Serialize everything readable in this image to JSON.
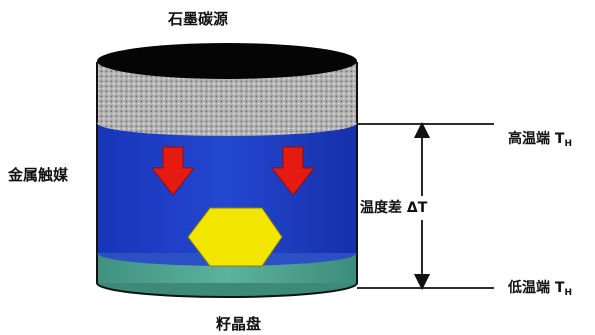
{
  "labels": {
    "carbon_source": "石墨碳源",
    "metal_catalyst": "金属触媒",
    "seed_plate": "籽晶盘",
    "temperature_difference": "温度差",
    "temperature_difference_symbol": "ΔT",
    "high_temp_end": "高温端",
    "high_temp_symbol": "T",
    "high_temp_subscript": "H",
    "low_temp_end": "低温端",
    "low_temp_symbol": "T",
    "low_temp_subscript": "H"
  },
  "colors": {
    "graphite": "#9a9a9a",
    "catalyst": "#1f3fc8",
    "seed_plate": "#4fa38f",
    "arrow": "#e51b12",
    "crystal": "#f2e500",
    "line": "#111111"
  }
}
